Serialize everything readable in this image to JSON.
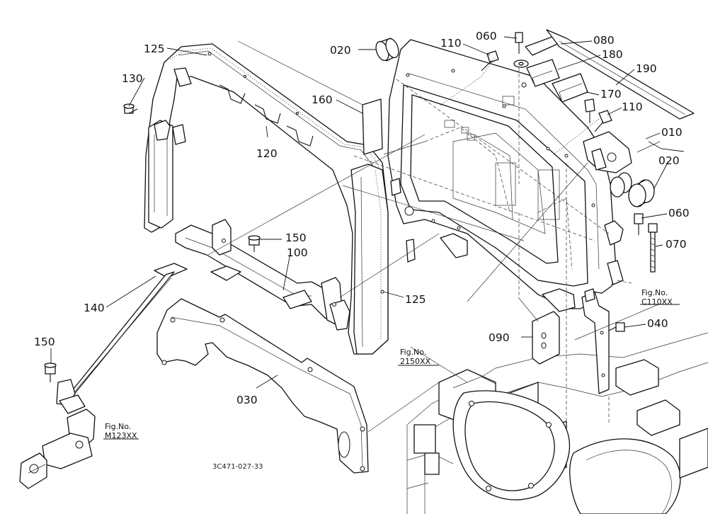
{
  "diagram": {
    "parts": [
      {
        "id": "p010",
        "label": "010"
      },
      {
        "id": "p020a",
        "label": "020"
      },
      {
        "id": "p020b",
        "label": "020"
      },
      {
        "id": "p030",
        "label": "030"
      },
      {
        "id": "p040",
        "label": "040"
      },
      {
        "id": "p060a",
        "label": "060"
      },
      {
        "id": "p060b",
        "label": "060"
      },
      {
        "id": "p070",
        "label": "070"
      },
      {
        "id": "p080",
        "label": "080"
      },
      {
        "id": "p090",
        "label": "090"
      },
      {
        "id": "p100",
        "label": "100"
      },
      {
        "id": "p110a",
        "label": "110"
      },
      {
        "id": "p110b",
        "label": "110"
      },
      {
        "id": "p120",
        "label": "120"
      },
      {
        "id": "p125a",
        "label": "125"
      },
      {
        "id": "p125b",
        "label": "125"
      },
      {
        "id": "p130",
        "label": "130"
      },
      {
        "id": "p140",
        "label": "140"
      },
      {
        "id": "p150a",
        "label": "150"
      },
      {
        "id": "p150b",
        "label": "150"
      },
      {
        "id": "p160",
        "label": "160"
      },
      {
        "id": "p170",
        "label": "170"
      },
      {
        "id": "p180",
        "label": "180"
      },
      {
        "id": "p190",
        "label": "190"
      }
    ],
    "references": [
      {
        "id": "r-c110",
        "line1": "Fig.No.",
        "line2": "C110XX"
      },
      {
        "id": "r-2150",
        "line1": "Fig.No.",
        "line2": "2150XX"
      },
      {
        "id": "r-m123",
        "line1": "Fig.No.",
        "line2": "M123XX"
      }
    ],
    "drawing_number": "3C471-027-33"
  }
}
